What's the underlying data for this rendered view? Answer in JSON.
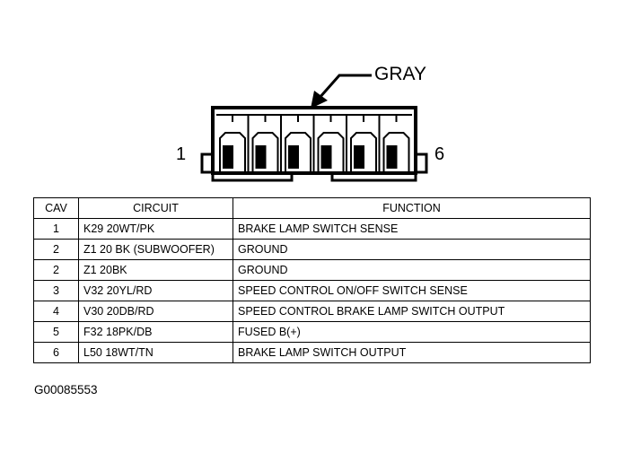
{
  "connector": {
    "color": "GRAY",
    "pin_first": "1",
    "pin_last": "6",
    "cavity_count": 6
  },
  "table": {
    "headers": [
      "CAV",
      "CIRCUIT",
      "FUNCTION"
    ],
    "rows": [
      {
        "cav": "1",
        "circuit": "K29 20WT/PK",
        "function": "BRAKE LAMP SWITCH SENSE"
      },
      {
        "cav": "2",
        "circuit": "Z1 20 BK (SUBWOOFER)",
        "function": "GROUND"
      },
      {
        "cav": "2",
        "circuit": "Z1 20BK",
        "function": "GROUND"
      },
      {
        "cav": "3",
        "circuit": "V32 20YL/RD",
        "function": "SPEED CONTROL ON/OFF SWITCH SENSE"
      },
      {
        "cav": "4",
        "circuit": "V30 20DB/RD",
        "function": "SPEED CONTROL BRAKE LAMP SWITCH OUTPUT"
      },
      {
        "cav": "5",
        "circuit": "F32 18PK/DB",
        "function": "FUSED B(+)"
      },
      {
        "cav": "6",
        "circuit": "L50 18WT/TN",
        "function": "BRAKE LAMP SWITCH OUTPUT"
      }
    ]
  },
  "figure_id": "G00085553"
}
